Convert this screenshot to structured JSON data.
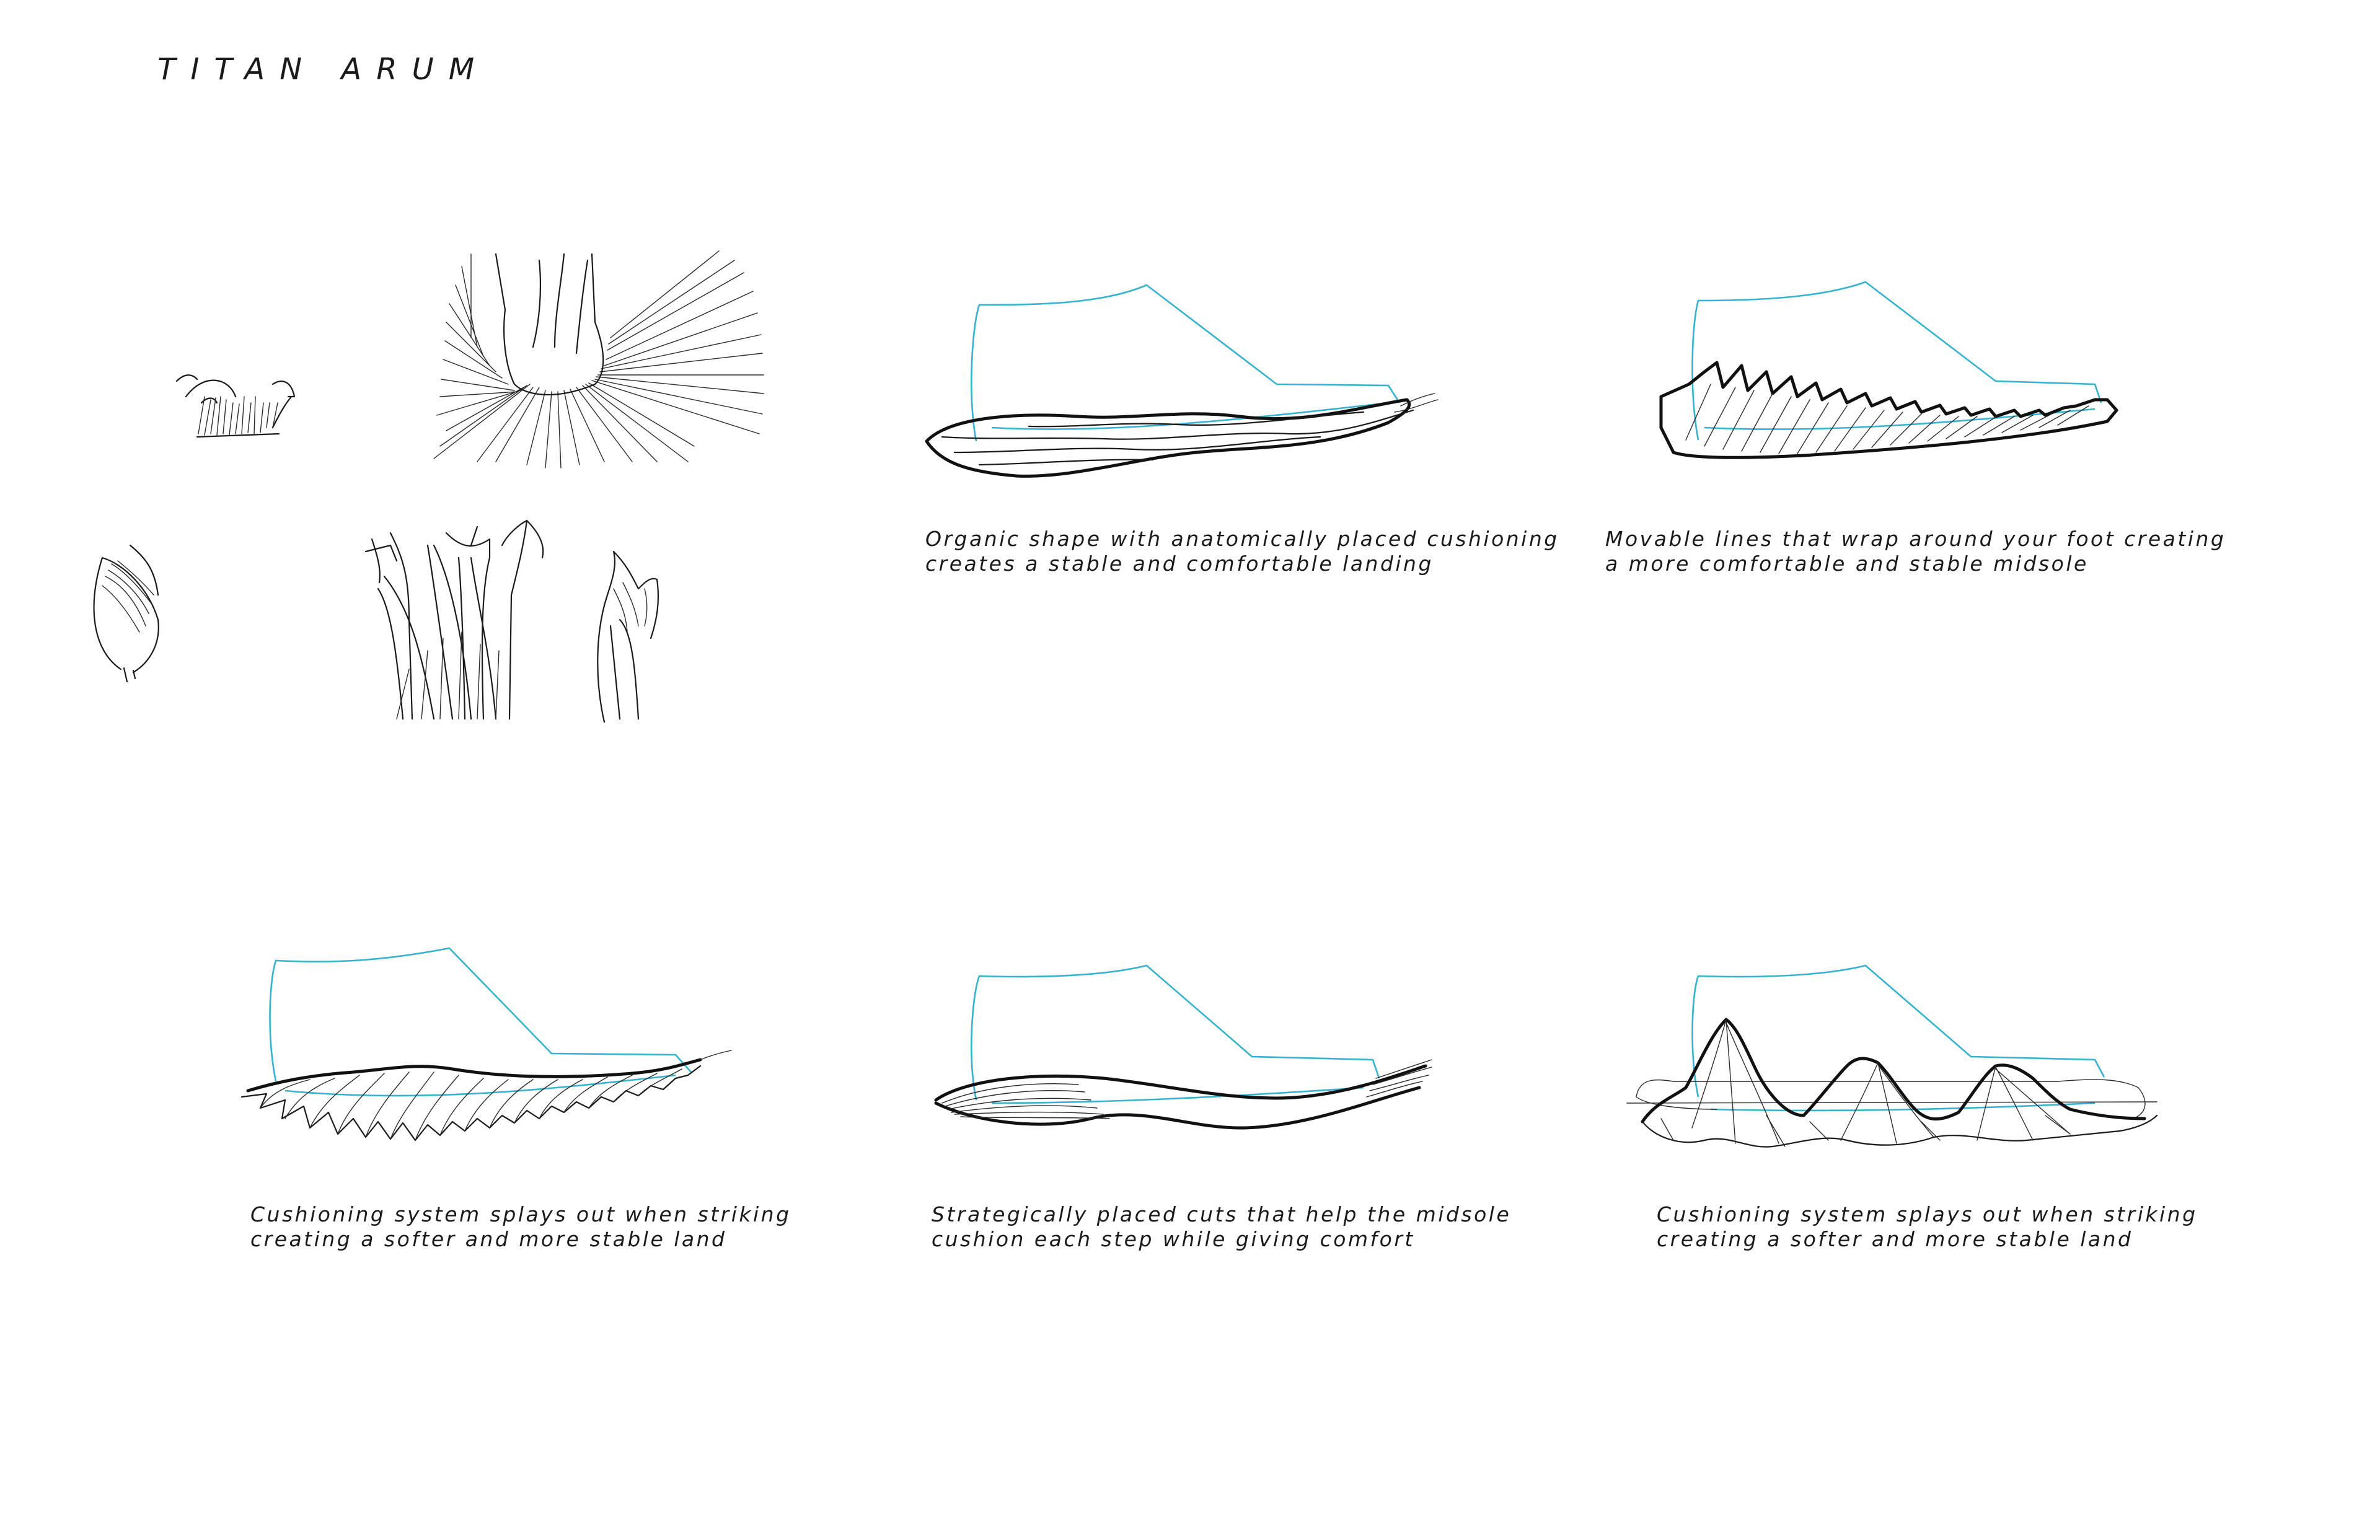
{
  "title": "TITAN ARUM",
  "colors": {
    "ink": "#1a1a1a",
    "accent": "#33b3d1",
    "background": "#ffffff"
  },
  "concepts": [
    {
      "line1": "Organic shape with anatomically placed cushioning",
      "line2": "creates a stable and comfortable landing"
    },
    {
      "line1": "Movable lines that wrap around your foot creating",
      "line2": "a more comfortable and stable midsole"
    },
    {
      "line1": "Cushioning system splays out when striking",
      "line2": "creating a softer and more stable land"
    },
    {
      "line1": "Strategically placed cuts that help the midsole",
      "line2": "cushion each step while giving comfort"
    },
    {
      "line1": "Cushioning system splays out when striking",
      "line2": "creating a softer and more stable land"
    }
  ]
}
